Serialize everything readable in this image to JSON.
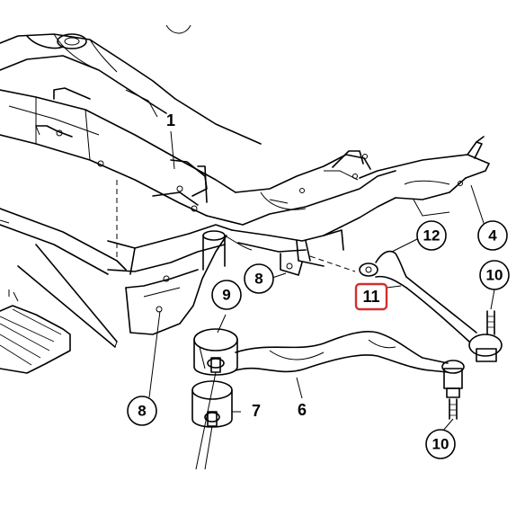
{
  "callouts": {
    "c1": "1",
    "c4": "4",
    "c6": "6",
    "c7": "7",
    "c8a": "8",
    "c8b": "8",
    "c9": "9",
    "c10a": "10",
    "c10b": "10",
    "c11": "11",
    "c12": "12"
  },
  "highlight_color": "#d32f2f",
  "highlighted_part": "11"
}
